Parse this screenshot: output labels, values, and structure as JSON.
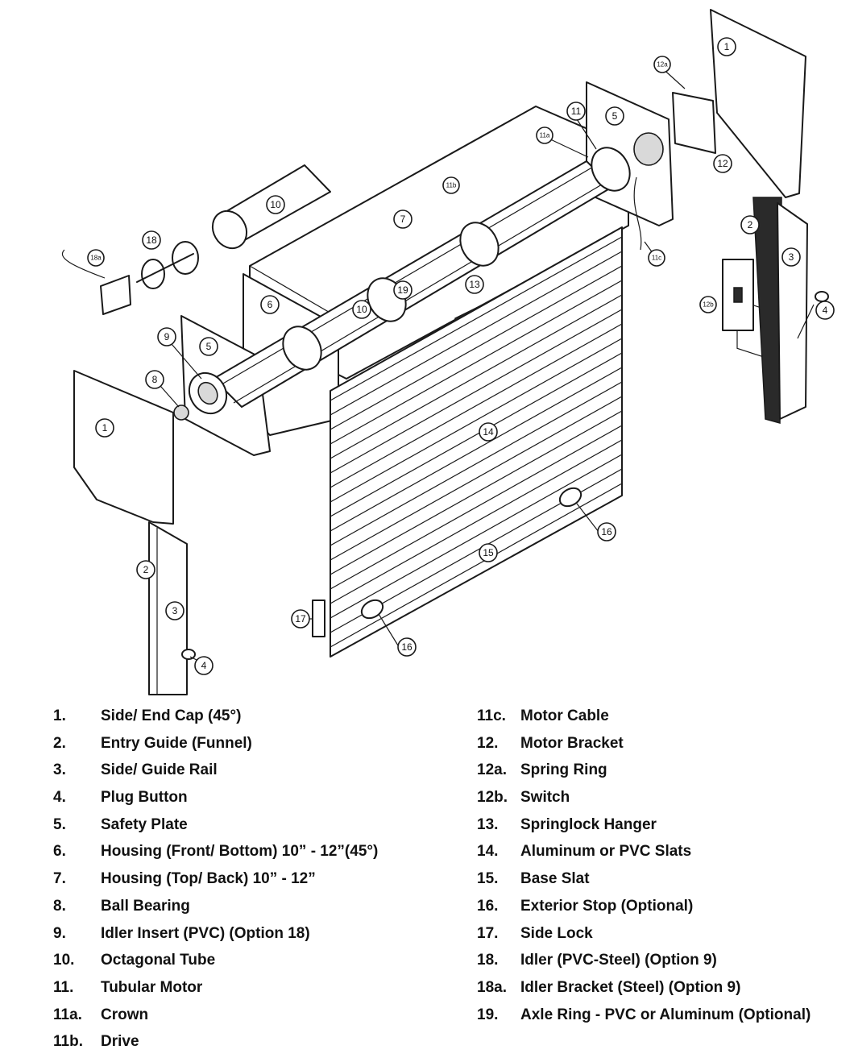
{
  "callouts": {
    "c1": "1",
    "c2": "2",
    "c3": "3",
    "c4": "4",
    "c5": "5",
    "c6": "6",
    "c7": "7",
    "c8": "8",
    "c9": "9",
    "c10": "10",
    "c11": "11",
    "c11a": "11a",
    "c11b": "11b",
    "c11c": "11c",
    "c12": "12",
    "c12a": "12a",
    "c12b": "12b",
    "c13": "13",
    "c14": "14",
    "c15": "15",
    "c16": "16",
    "c17": "17",
    "c18": "18",
    "c18a": "18a",
    "c19": "19"
  },
  "legend": {
    "left": [
      {
        "num": "1.",
        "text": "Side/ End Cap (45°)"
      },
      {
        "num": "2.",
        "text": "Entry Guide  (Funnel)"
      },
      {
        "num": "3.",
        "text": "Side/ Guide Rail"
      },
      {
        "num": "4.",
        "text": "Plug Button"
      },
      {
        "num": "5.",
        "text": "Safety Plate"
      },
      {
        "num": "6.",
        "text": "Housing (Front/ Bottom) 10” - 12”(45°)"
      },
      {
        "num": "7.",
        "text": "Housing (Top/ Back) 10” - 12”"
      },
      {
        "num": "8.",
        "text": "Ball Bearing"
      },
      {
        "num": "9.",
        "text": "Idler Insert (PVC) (Option 18)"
      },
      {
        "num": "10.",
        "text": "Octagonal Tube"
      },
      {
        "num": "11.",
        "text": "Tubular Motor"
      },
      {
        "num": "11a.",
        "text": "Crown"
      },
      {
        "num": "11b.",
        "text": "Drive"
      }
    ],
    "right": [
      {
        "num": "11c.",
        "text": "Motor Cable"
      },
      {
        "num": "12.",
        "text": "Motor Bracket"
      },
      {
        "num": "12a.",
        "text": "Spring Ring"
      },
      {
        "num": "12b.",
        "text": "Switch"
      },
      {
        "num": "13.",
        "text": "Springlock Hanger"
      },
      {
        "num": "14.",
        "text": "Aluminum or PVC Slats"
      },
      {
        "num": "15.",
        "text": "Base Slat"
      },
      {
        "num": "16.",
        "text": "Exterior Stop (Optional)"
      },
      {
        "num": "17.",
        "text": "Side Lock"
      },
      {
        "num": "18.",
        "text": "Idler (PVC-Steel) (Option 9)"
      },
      {
        "num": "18a.",
        "text": "Idler Bracket (Steel) (Option 9)"
      },
      {
        "num": "19.",
        "text": "Axle Ring - PVC or Aluminum (Optional)"
      }
    ]
  }
}
